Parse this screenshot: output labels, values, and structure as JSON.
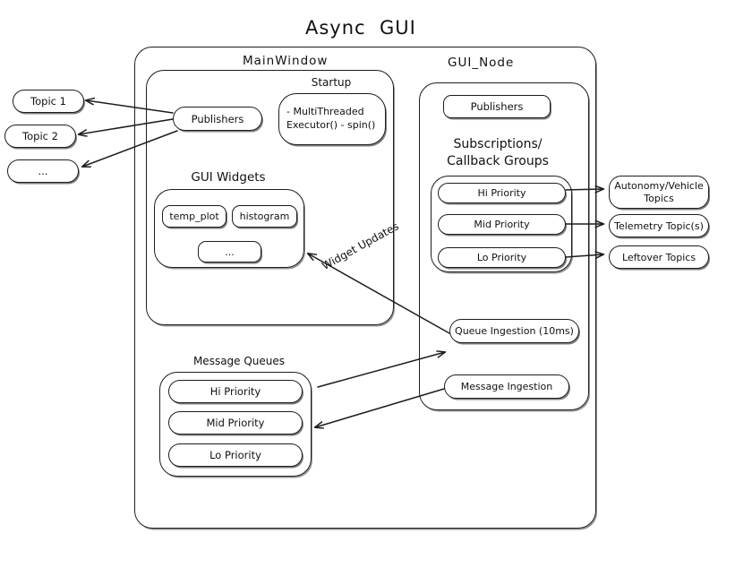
{
  "diagram": {
    "title": "Async  GUI",
    "outer_container_name": "system-boundary"
  },
  "left_topics": [
    {
      "label": "Topic 1"
    },
    {
      "label": "Topic 2"
    },
    {
      "label": "..."
    }
  ],
  "main_window": {
    "title": "MainWindow",
    "publishers": {
      "label": "Publishers"
    },
    "startup": {
      "title": "Startup",
      "lines": "-  MultiThreaded\n   Executor()\n-  spin()"
    },
    "gui_widgets": {
      "title": "GUI Widgets",
      "widgets": [
        {
          "label": "temp_plot"
        },
        {
          "label": "histogram"
        },
        {
          "label": "..."
        }
      ]
    }
  },
  "message_queues": {
    "title": "Message Queues",
    "queues": [
      {
        "label": "Hi Priority"
      },
      {
        "label": "Mid Priority"
      },
      {
        "label": "Lo Priority"
      }
    ]
  },
  "gui_node": {
    "title": "GUI_Node",
    "publishers": {
      "label": "Publishers"
    },
    "subscriptions_title": "Subscriptions/\nCallback Groups",
    "callback_groups": [
      {
        "label": "Hi Priority"
      },
      {
        "label": "Mid Priority"
      },
      {
        "label": "Lo Priority"
      }
    ],
    "queue_ingestion": {
      "label": "Queue Ingestion (10ms)"
    },
    "message_ingestion": {
      "label": "Message Ingestion"
    }
  },
  "right_topics": [
    {
      "label": "Autonomy/Vehicle\nTopics"
    },
    {
      "label": "Telemetry Topic(s)"
    },
    {
      "label": "Leftover Topics"
    }
  ],
  "annotations": {
    "widget_updates": "Widget Updates"
  },
  "colors": {
    "stroke": "#1d1d1d",
    "text": "#111111",
    "background": "#ffffff"
  }
}
